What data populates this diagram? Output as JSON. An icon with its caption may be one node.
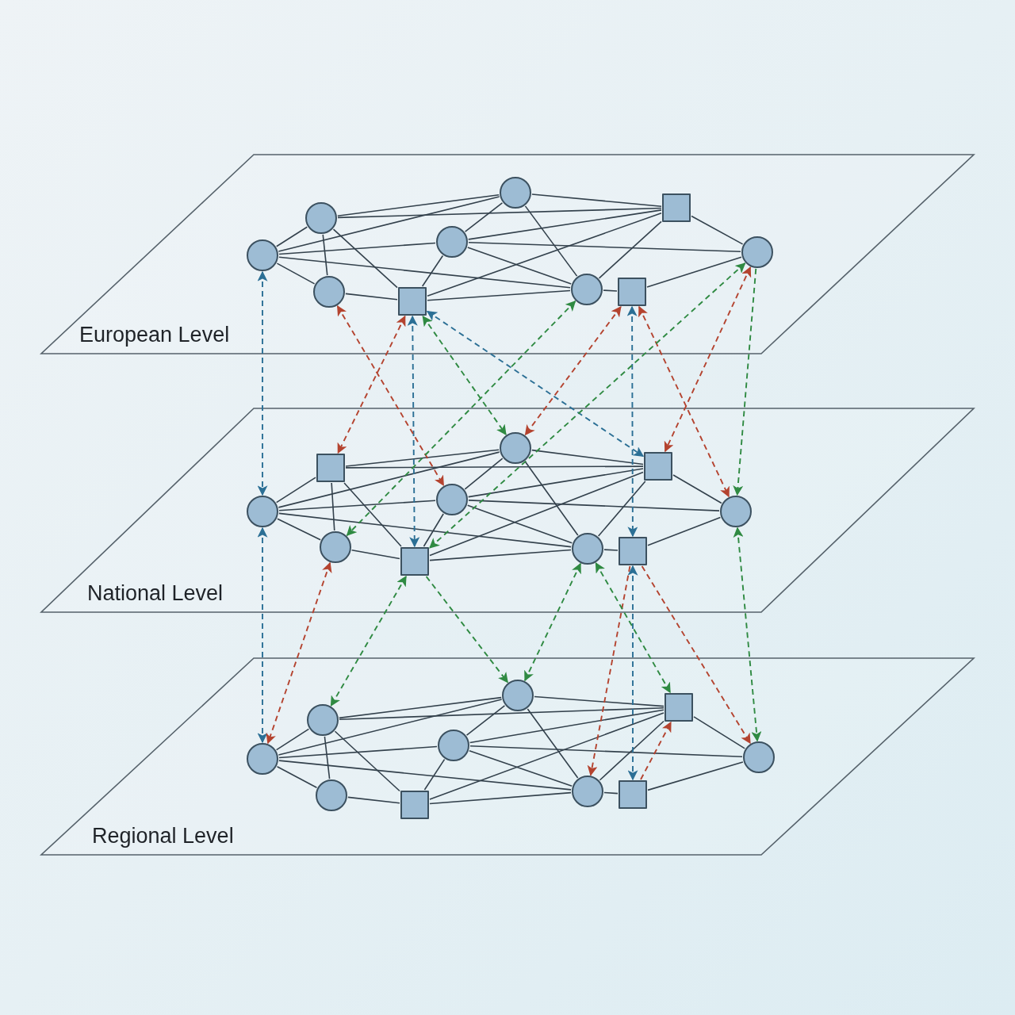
{
  "diagram": {
    "nodes": [
      {
        "text": [
          "European Level"
        ]
      },
      {
        "text": [],
        "shape": "circle",
        "in": 0
      },
      {
        "text": [],
        "shape": "box",
        "in": 0
      },
      {
        "text": [],
        "shape": "circle",
        "in": 0
      },
      {
        "text": [],
        "shape": "circle",
        "in": 0
      },
      {
        "text": [],
        "shape": "circle",
        "in": 0
      },
      {
        "text": [],
        "shape": "circle",
        "in": 0
      },
      {
        "text": [],
        "shape": "circle",
        "in": 0
      },
      {
        "text": [],
        "shape": "circle",
        "in": 0
      },
      {
        "text": [],
        "shape": "box",
        "in": 0
      },
      {
        "text": [],
        "shape": "box",
        "in": 0
      },
      {
        "text": [
          "National Level"
        ]
      },
      {
        "text": [],
        "shape": "circle",
        "in": 11
      },
      {
        "text": [],
        "shape": "box",
        "in": 11
      },
      {
        "text": [],
        "shape": "box",
        "in": 11
      },
      {
        "text": [],
        "shape": "circle",
        "in": 11
      },
      {
        "text": [],
        "shape": "circle",
        "in": 11
      },
      {
        "text": [],
        "shape": "circle",
        "in": 11
      },
      {
        "text": [],
        "shape": "circle",
        "in": 11
      },
      {
        "text": [],
        "shape": "circle",
        "in": 11
      },
      {
        "text": [],
        "shape": "box",
        "in": 11
      },
      {
        "text": [],
        "shape": "box",
        "in": 11
      },
      {
        "text": [
          "Regional Level"
        ]
      },
      {
        "text": [],
        "shape": "circle",
        "in": 22
      },
      {
        "text": [],
        "shape": "box",
        "in": 22
      },
      {
        "text": [],
        "shape": "circle",
        "in": 22
      },
      {
        "text": [],
        "shape": "circle",
        "in": 22
      },
      {
        "text": [],
        "shape": "circle",
        "in": 22
      },
      {
        "text": [],
        "shape": "circle",
        "in": 22
      },
      {
        "text": [],
        "shape": "circle",
        "in": 22
      },
      {
        "text": [],
        "shape": "circle",
        "in": 22
      },
      {
        "text": [],
        "shape": "box",
        "in": 22
      },
      {
        "text": [],
        "shape": "box",
        "in": 22
      }
    ],
    "edges": [
      {
        "from": 3,
        "to": 6,
        "arrow": "none"
      },
      {
        "from": 3,
        "to": 1,
        "arrow": "none"
      },
      {
        "from": 3,
        "to": 2,
        "arrow": "none"
      },
      {
        "from": 3,
        "to": 10,
        "arrow": "none"
      },
      {
        "from": 3,
        "to": 8,
        "arrow": "none"
      },
      {
        "from": 6,
        "to": 1,
        "arrow": "none"
      },
      {
        "from": 6,
        "to": 4,
        "arrow": "none"
      },
      {
        "from": 6,
        "to": 7,
        "arrow": "none"
      },
      {
        "from": 6,
        "to": 8,
        "arrow": "none"
      },
      {
        "from": 1,
        "to": 2,
        "arrow": "none"
      },
      {
        "from": 1,
        "to": 4,
        "arrow": "none"
      },
      {
        "from": 1,
        "to": 7,
        "arrow": "none"
      },
      {
        "from": 4,
        "to": 2,
        "arrow": "none"
      },
      {
        "from": 4,
        "to": 5,
        "arrow": "none"
      },
      {
        "from": 4,
        "to": 7,
        "arrow": "none"
      },
      {
        "from": 4,
        "to": 10,
        "arrow": "none"
      },
      {
        "from": 2,
        "to": 5,
        "arrow": "none"
      },
      {
        "from": 2,
        "to": 7,
        "arrow": "none"
      },
      {
        "from": 2,
        "to": 10,
        "arrow": "none"
      },
      {
        "from": 5,
        "to": 9,
        "arrow": "none"
      },
      {
        "from": 8,
        "to": 10,
        "arrow": "none"
      },
      {
        "from": 10,
        "to": 7,
        "arrow": "none"
      },
      {
        "from": 7,
        "to": 9,
        "arrow": "none"
      },
      {
        "from": 14,
        "to": 17,
        "arrow": "none"
      },
      {
        "from": 14,
        "to": 12,
        "arrow": "none"
      },
      {
        "from": 14,
        "to": 13,
        "arrow": "none"
      },
      {
        "from": 14,
        "to": 21,
        "arrow": "none"
      },
      {
        "from": 14,
        "to": 19,
        "arrow": "none"
      },
      {
        "from": 17,
        "to": 12,
        "arrow": "none"
      },
      {
        "from": 17,
        "to": 15,
        "arrow": "none"
      },
      {
        "from": 17,
        "to": 18,
        "arrow": "none"
      },
      {
        "from": 17,
        "to": 19,
        "arrow": "none"
      },
      {
        "from": 12,
        "to": 13,
        "arrow": "none"
      },
      {
        "from": 12,
        "to": 15,
        "arrow": "none"
      },
      {
        "from": 12,
        "to": 18,
        "arrow": "none"
      },
      {
        "from": 15,
        "to": 13,
        "arrow": "none"
      },
      {
        "from": 15,
        "to": 16,
        "arrow": "none"
      },
      {
        "from": 15,
        "to": 18,
        "arrow": "none"
      },
      {
        "from": 15,
        "to": 21,
        "arrow": "none"
      },
      {
        "from": 13,
        "to": 16,
        "arrow": "none"
      },
      {
        "from": 13,
        "to": 18,
        "arrow": "none"
      },
      {
        "from": 13,
        "to": 21,
        "arrow": "none"
      },
      {
        "from": 16,
        "to": 20,
        "arrow": "none"
      },
      {
        "from": 19,
        "to": 21,
        "arrow": "none"
      },
      {
        "from": 21,
        "to": 18,
        "arrow": "none"
      },
      {
        "from": 18,
        "to": 20,
        "arrow": "none"
      },
      {
        "from": 25,
        "to": 28,
        "arrow": "none"
      },
      {
        "from": 25,
        "to": 23,
        "arrow": "none"
      },
      {
        "from": 25,
        "to": 24,
        "arrow": "none"
      },
      {
        "from": 25,
        "to": 32,
        "arrow": "none"
      },
      {
        "from": 25,
        "to": 30,
        "arrow": "none"
      },
      {
        "from": 28,
        "to": 23,
        "arrow": "none"
      },
      {
        "from": 28,
        "to": 26,
        "arrow": "none"
      },
      {
        "from": 28,
        "to": 29,
        "arrow": "none"
      },
      {
        "from": 28,
        "to": 30,
        "arrow": "none"
      },
      {
        "from": 23,
        "to": 24,
        "arrow": "none"
      },
      {
        "from": 23,
        "to": 26,
        "arrow": "none"
      },
      {
        "from": 23,
        "to": 29,
        "arrow": "none"
      },
      {
        "from": 26,
        "to": 24,
        "arrow": "none"
      },
      {
        "from": 26,
        "to": 27,
        "arrow": "none"
      },
      {
        "from": 26,
        "to": 29,
        "arrow": "none"
      },
      {
        "from": 26,
        "to": 32,
        "arrow": "none"
      },
      {
        "from": 24,
        "to": 27,
        "arrow": "none"
      },
      {
        "from": 24,
        "to": 29,
        "arrow": "none"
      },
      {
        "from": 24,
        "to": 32,
        "arrow": "none"
      },
      {
        "from": 27,
        "to": 31,
        "arrow": "none"
      },
      {
        "from": 30,
        "to": 32,
        "arrow": "none"
      },
      {
        "from": 32,
        "to": 29,
        "arrow": "none"
      },
      {
        "from": 29,
        "to": 31,
        "arrow": "none"
      },
      {
        "from": 6,
        "to": 17,
        "arrow": "both",
        "style": "dashed",
        "color": "#2b6f95"
      },
      {
        "from": 10,
        "to": 21,
        "arrow": "both",
        "style": "dashed",
        "color": "#2b6f95"
      },
      {
        "from": 10,
        "to": 13,
        "arrow": "both",
        "style": "dashed",
        "color": "#2b6f95"
      },
      {
        "from": 9,
        "to": 20,
        "arrow": "both",
        "style": "dashed",
        "color": "#2b6f95"
      },
      {
        "from": 17,
        "to": 28,
        "arrow": "both",
        "style": "dashed",
        "color": "#2b6f95"
      },
      {
        "from": 20,
        "to": 31,
        "arrow": "both",
        "style": "dashed",
        "color": "#2b6f95"
      },
      {
        "from": 8,
        "to": 15,
        "arrow": "both",
        "style": "dashed",
        "color": "#b4432f"
      },
      {
        "from": 10,
        "to": 14,
        "arrow": "both",
        "style": "dashed",
        "color": "#b4432f"
      },
      {
        "from": 9,
        "to": 12,
        "arrow": "both",
        "style": "dashed",
        "color": "#b4432f"
      },
      {
        "from": 9,
        "to": 16,
        "arrow": "both",
        "style": "dashed",
        "color": "#b4432f"
      },
      {
        "from": 5,
        "to": 13,
        "arrow": "both",
        "style": "dashed",
        "color": "#b4432f"
      },
      {
        "from": 19,
        "to": 28,
        "arrow": "both",
        "style": "dashed",
        "color": "#b4432f"
      },
      {
        "from": 20,
        "to": 29,
        "arrow": "to",
        "style": "dashed",
        "color": "#b4432f"
      },
      {
        "from": 20,
        "to": 27,
        "arrow": "to",
        "style": "dashed",
        "color": "#b4432f"
      },
      {
        "from": 31,
        "to": 24,
        "arrow": "to",
        "style": "dashed",
        "color": "#b4432f"
      },
      {
        "from": 10,
        "to": 12,
        "arrow": "both",
        "style": "dashed",
        "color": "#2f8a42"
      },
      {
        "from": 7,
        "to": 19,
        "arrow": "both",
        "style": "dashed",
        "color": "#2f8a42"
      },
      {
        "from": 5,
        "to": 21,
        "arrow": "both",
        "style": "dashed",
        "color": "#2f8a42"
      },
      {
        "from": 5,
        "to": 16,
        "arrow": "to",
        "style": "dashed",
        "color": "#2f8a42"
      },
      {
        "from": 21,
        "to": 25,
        "arrow": "both",
        "style": "dashed",
        "color": "#2f8a42"
      },
      {
        "from": 21,
        "to": 23,
        "arrow": "to",
        "style": "dashed",
        "color": "#2f8a42"
      },
      {
        "from": 18,
        "to": 23,
        "arrow": "both",
        "style": "dashed",
        "color": "#2f8a42"
      },
      {
        "from": 18,
        "to": 24,
        "arrow": "both",
        "style": "dashed",
        "color": "#2f8a42"
      },
      {
        "from": 16,
        "to": 27,
        "arrow": "both",
        "style": "dashed",
        "color": "#2f8a42"
      }
    ]
  }
}
